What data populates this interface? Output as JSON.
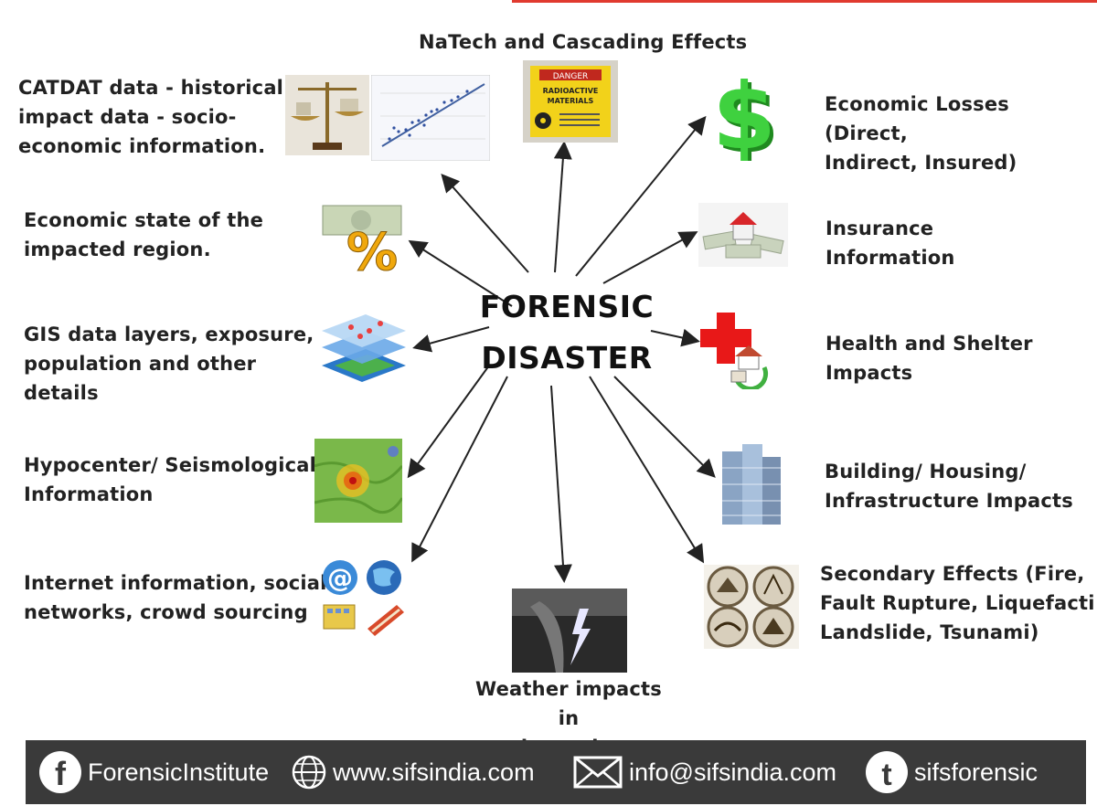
{
  "center": {
    "line1": "FORENSIC",
    "line2": "DISASTER"
  },
  "labels": {
    "natech": "NaTech and Cascading Effects",
    "catdat": [
      "CATDAT data - historical",
      "impact data - socio-",
      "economic information."
    ],
    "economic_state": [
      "Economic state of the",
      "impacted region."
    ],
    "gis": [
      "GIS data layers, exposure,",
      "population and other",
      "details"
    ],
    "hypocenter": [
      "Hypocenter/ Seismological",
      "Information"
    ],
    "internet": [
      "Internet information, social",
      "networks, crowd sourcing"
    ],
    "weather": [
      "Weather impacts in",
      "the region"
    ],
    "economic_losses": [
      "Economic Losses (Direct,",
      "Indirect, Insured)"
    ],
    "insurance": [
      "Insurance",
      "Information"
    ],
    "health": [
      "Health and Shelter",
      "Impacts"
    ],
    "building": [
      "Building/ Housing/",
      "Infrastructure Impacts"
    ],
    "secondary": [
      "Secondary Effects (Fire,",
      "Fault Rupture, Liquefaction",
      "Landslide, Tsunami)"
    ]
  },
  "icons": {
    "danger_sign_text": [
      "DANGER",
      "RADIOACTIVE",
      "MATERIALS"
    ],
    "dollar": "$",
    "percent": "%",
    "at": "@"
  },
  "footer": {
    "facebook": "ForensicInstitute",
    "website": "www.sifsindia.com",
    "email": "info@sifsindia.com",
    "twitter": "sifsforensic"
  },
  "colors": {
    "accent_red": "#e03a2f",
    "footer_bg": "#3a3a3a",
    "dollar_green": "#2db82d"
  }
}
